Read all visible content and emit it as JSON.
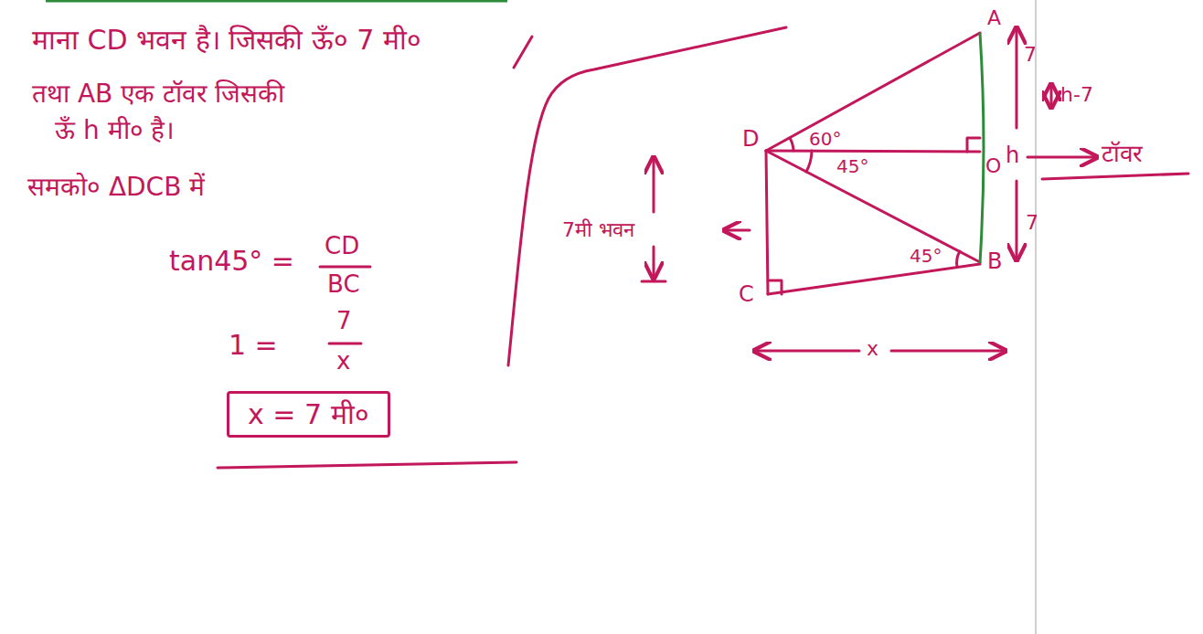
{
  "diagram": {
    "nodes": [
      {
        "text": [
          "x = 7 मी०"
        ]
      }
    ],
    "labels": [
      "माना CD भवन है। जिसकी ऊँ० 7 मी०",
      "तथा AB एक टॉवर जिसकी",
      "ऊँ h मी० है।",
      "समको० ΔDCB में",
      "tan45° =",
      "CD",
      "BC",
      "1 =",
      "7",
      "x",
      "A",
      "D",
      "60°",
      "45°",
      "O",
      "h",
      "टॉवर",
      "h-7",
      "7",
      "7",
      "7मी भवन",
      "45°",
      "C",
      "B",
      "x"
    ]
  }
}
